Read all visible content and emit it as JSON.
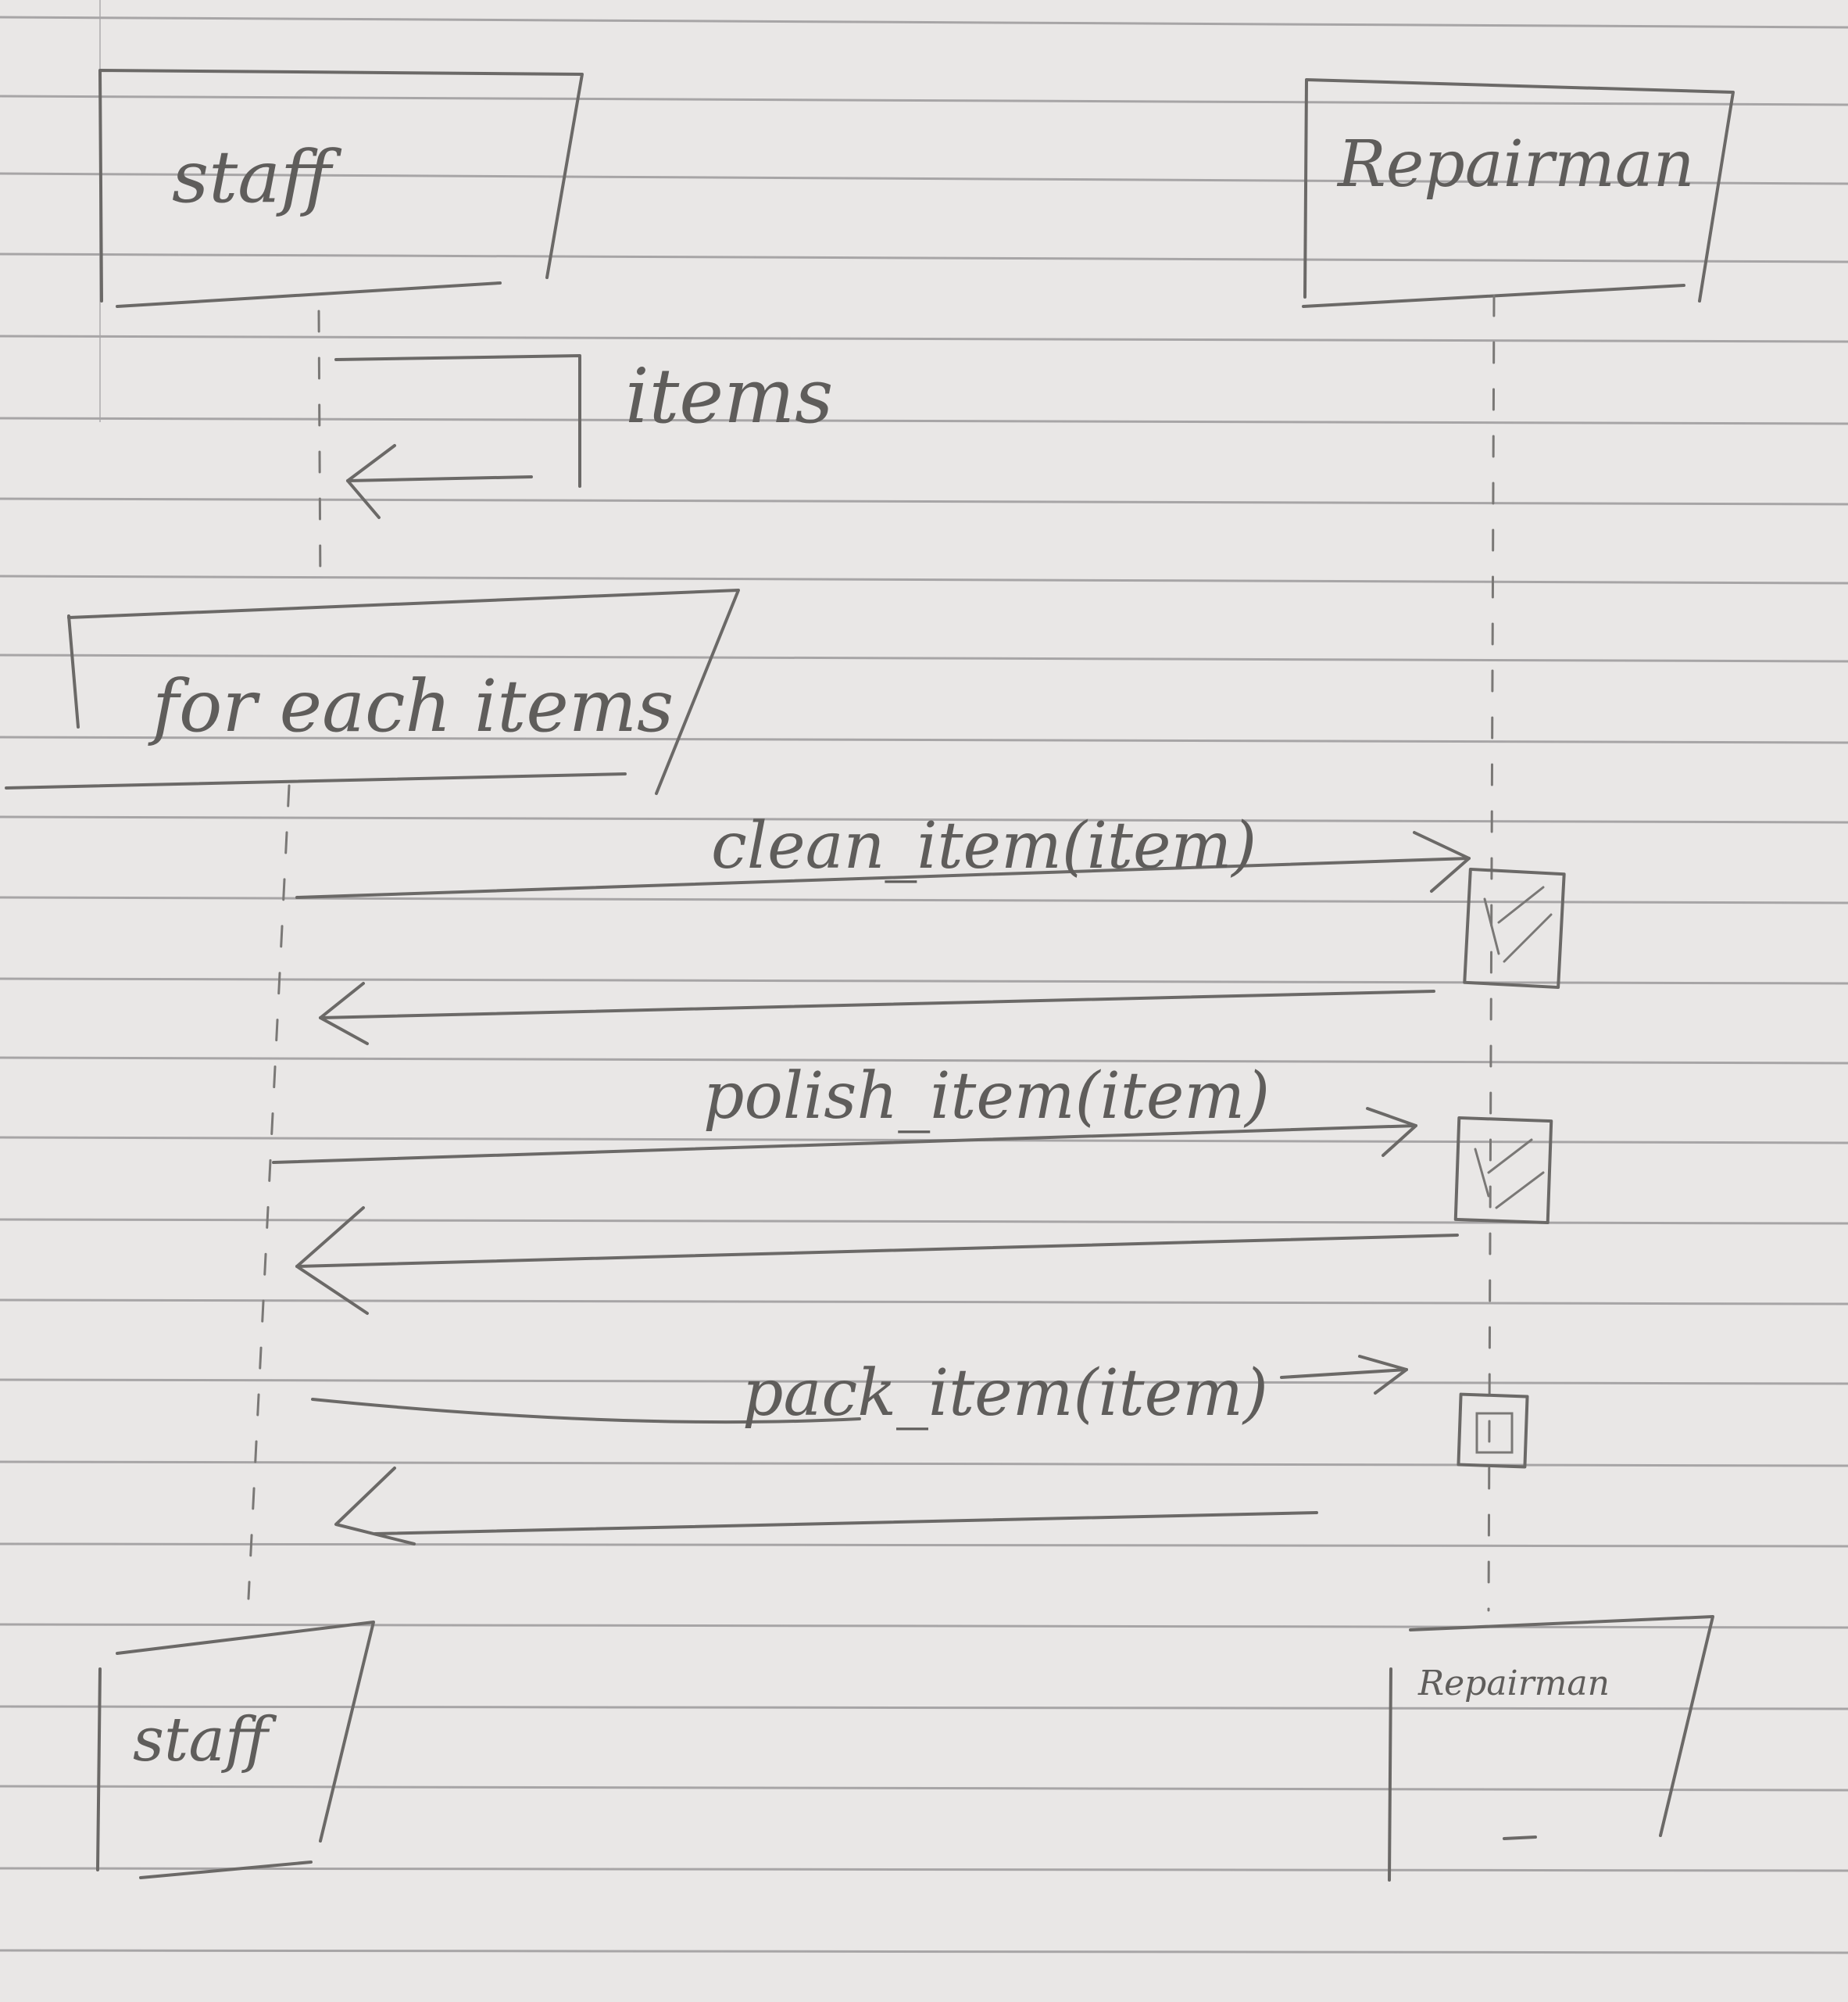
{
  "participants": {
    "staff": {
      "top_label": "staff",
      "bottom_label": "staff"
    },
    "repairman": {
      "top_label": "Repairman",
      "bottom_label": "Repairman"
    }
  },
  "self_message": {
    "label": "items"
  },
  "loop_fragment": {
    "label": "for each items"
  },
  "messages": [
    {
      "label": "clean_item(item)"
    },
    {
      "label": "polish_item(item)"
    },
    {
      "label": "pack_item(item)"
    }
  ]
}
